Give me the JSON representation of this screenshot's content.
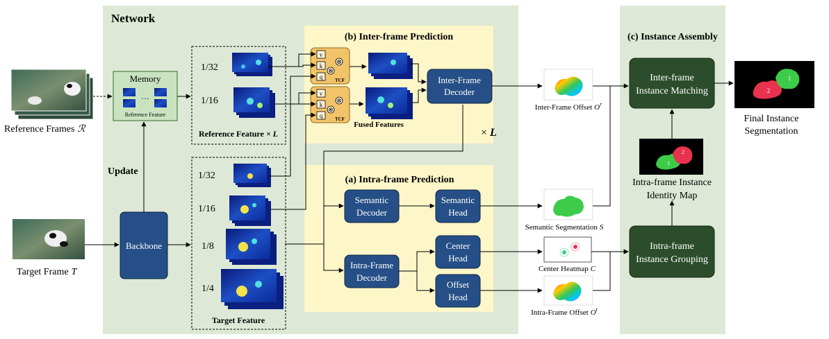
{
  "network": {
    "title": "Network"
  },
  "reference": {
    "label": "Reference Frames",
    "symbol": "ℛ"
  },
  "target_frame": {
    "label": "Target Frame",
    "symbol": "T"
  },
  "memory": {
    "title": "Memory",
    "dots": "···",
    "caption": "Reference Feature"
  },
  "update_label": "Update",
  "backbone": {
    "label": "Backbone"
  },
  "ref_feature": {
    "s32": "1/32",
    "s16": "1/16",
    "caption": "Reference Feature",
    "times": "× L"
  },
  "target_feature": {
    "s32": "1/32",
    "s16": "1/16",
    "s8": "1/8",
    "s4": "1/4",
    "caption": "Target Feature"
  },
  "inter_frame": {
    "title": "(b) Inter-frame Prediction",
    "tcf": {
      "v": "v",
      "k": "k",
      "q": "q",
      "name": "TCF",
      "x_op": "⊗",
      "plus_op": "⊕"
    },
    "fused_caption": "Fused Features",
    "decoder": [
      "Inter-Frame",
      "Decoder"
    ],
    "times": "× ",
    "times_l": "L"
  },
  "intra_frame": {
    "title": "(a) Intra-frame Prediction",
    "semantic_decoder": [
      "Semantic",
      "Decoder"
    ],
    "semantic_head": [
      "Semantic",
      "Head"
    ],
    "intra_decoder": [
      "Intra-Frame",
      "Decoder"
    ],
    "center_head": [
      "Center",
      "Head"
    ],
    "offset_head": [
      "Offset",
      "Head"
    ]
  },
  "outputs": {
    "inter_offset": "Inter-Frame Offset",
    "inter_offset_sym": "O",
    "inter_offset_sup": "r",
    "semantic_seg": "Semantic Segmentation",
    "semantic_seg_sym": "S",
    "center_heatmap": "Center Heatmap",
    "center_heatmap_sym": "C",
    "intra_offset": "Intra-Frame Offset",
    "intra_offset_sym": "O",
    "intra_offset_sup": "t"
  },
  "assembly": {
    "title": "(c) Instance Assembly",
    "matching": [
      "Inter-frame",
      "Instance Matching"
    ],
    "grouping": [
      "Intra-frame",
      "Instance Grouping"
    ],
    "identity_caption": [
      "Intra-frame Instance",
      "Identity Map"
    ],
    "id1": "1",
    "id2": "2"
  },
  "final": {
    "caption": [
      "Final Instance",
      "Segmentation"
    ],
    "id1": "1",
    "id2": "2"
  },
  "colors": {
    "network_bg": "#dde9d6",
    "prediction_bg": "#fdf6c8",
    "blue_box": "#254f86",
    "green_box": "#2b4d2b",
    "tcf": "#f2c46a",
    "red": "#e8324e",
    "green": "#3dcc4a"
  }
}
